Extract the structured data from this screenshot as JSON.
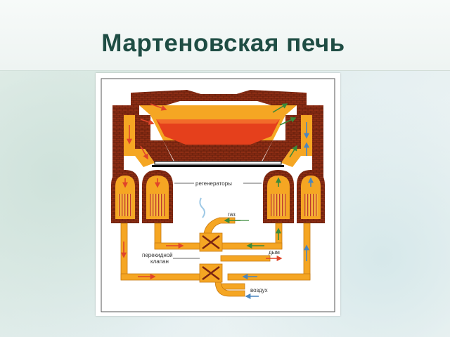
{
  "slide": {
    "title": "Мартеновская печь"
  },
  "diagram": {
    "labels": {
      "regenerators": "регенераторы",
      "gas": "газ",
      "valve_line1": "перекидной",
      "valve_line2": "клапан",
      "smoke": "дым",
      "air": "воздух"
    }
  },
  "colors": {
    "title": "#1f4d44",
    "brick": "#7a2412",
    "flue": "#f5a623",
    "hot_bath": "#e5401c",
    "gas_arrow": "#3a8a3a",
    "air_arrow": "#4a86c0",
    "smoke_arrow": "#e0442a"
  }
}
